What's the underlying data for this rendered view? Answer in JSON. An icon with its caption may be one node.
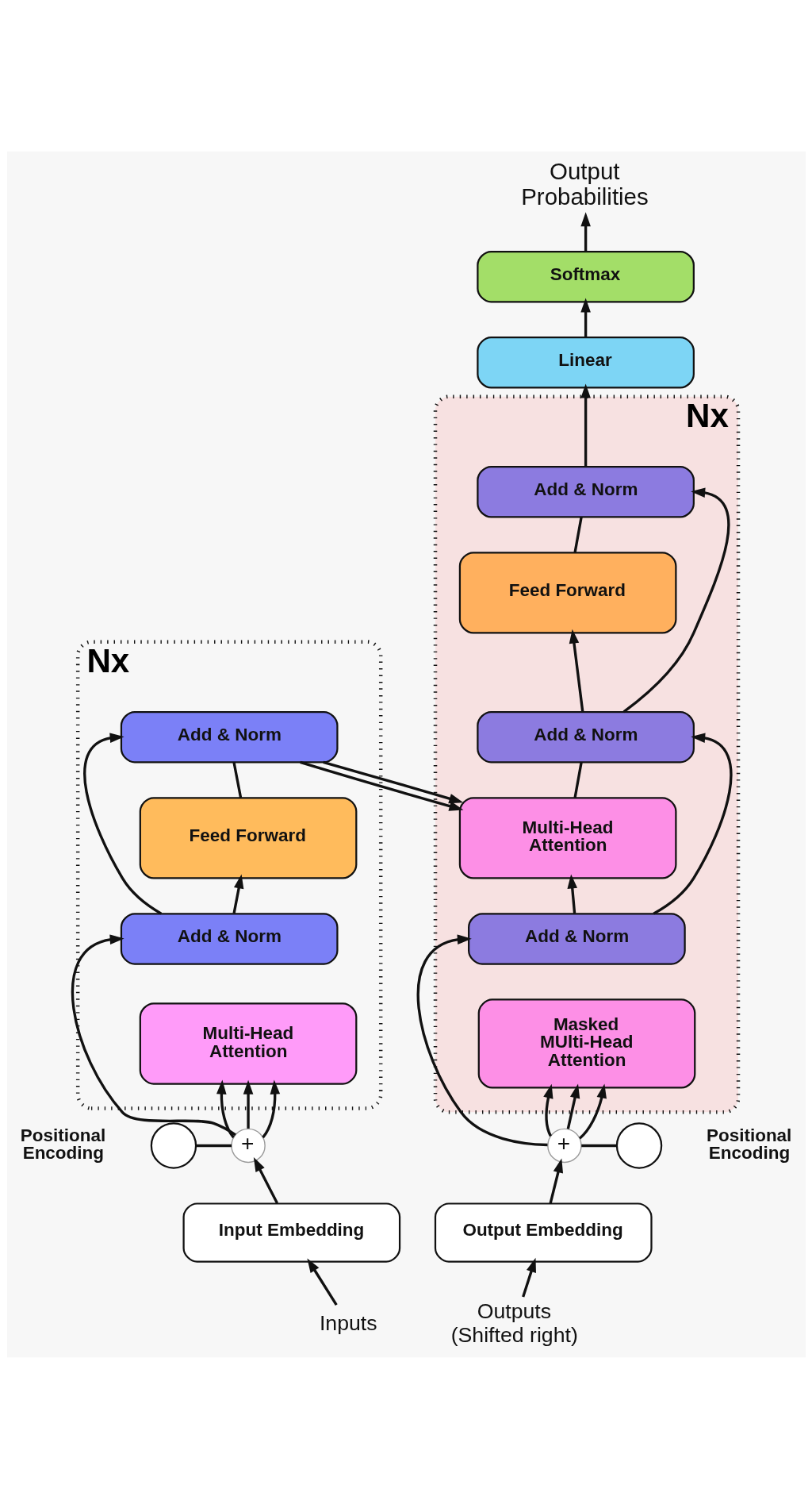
{
  "diagram": {
    "nodes": [
      {
        "text": [
          "Output Probabilities"
        ]
      },
      {
        "text": [
          "Softmax"
        ]
      },
      {
        "text": [
          "Linear"
        ]
      },
      {
        "text": [],
        "shape": "box",
        "beside": [
          "Nx"
        ]
      },
      {
        "text": [
          "Add & Norm"
        ],
        "in": 3
      },
      {
        "text": [
          "Feed Forward"
        ],
        "in": 3
      },
      {
        "text": [
          "Add & Norm"
        ],
        "in": 3
      },
      {
        "text": [
          "Multi-Head Attention"
        ],
        "in": 3
      },
      {
        "text": [],
        "shape": "box",
        "beside": [
          "Nx"
        ]
      },
      {
        "text": [
          "Add & Norm"
        ],
        "in": 8
      },
      {
        "text": [
          "Feed Forward"
        ],
        "in": 8
      },
      {
        "text": [
          "Add & Norm"
        ],
        "in": 8
      },
      {
        "text": [
          "Multi-Head Attention"
        ],
        "in": 8
      },
      {
        "text": [
          "Add & Norm"
        ],
        "in": 8
      },
      {
        "text": [
          "Masked MUlti-Head Attention"
        ],
        "in": 8
      },
      {
        "text": [],
        "shape": "circle",
        "beside": [
          "Positional Encoding"
        ]
      },
      {
        "text": [
          "+"
        ]
      },
      {
        "text": [
          "+"
        ]
      },
      {
        "text": [],
        "shape": "circle",
        "beside": [
          "Positional Encoding"
        ]
      },
      {
        "text": [
          "Input Embedding"
        ]
      },
      {
        "text": [
          "Output Embedding"
        ]
      },
      {
        "text": [
          "Inputs"
        ]
      },
      {
        "text": [
          "Outputs (Shifted right)"
        ]
      }
    ],
    "edges": [
      {
        "from": 21,
        "to": 19,
        "arrow": "to"
      },
      {
        "from": 19,
        "to": 16,
        "arrow": "to"
      },
      {
        "from": 15,
        "to": 16,
        "arrow": "none"
      },
      {
        "from": 16,
        "to": 7,
        "arrow": "to"
      },
      {
        "from": 16,
        "to": 7,
        "arrow": "to"
      },
      {
        "from": 16,
        "to": 7,
        "arrow": "to"
      },
      {
        "from": 16,
        "to": 6,
        "arrow": "to"
      },
      {
        "from": 6,
        "to": 5,
        "arrow": "to"
      },
      {
        "from": 6,
        "to": 4,
        "arrow": "to"
      },
      {
        "from": 5,
        "to": 4,
        "arrow": "none"
      },
      {
        "from": 4,
        "to": 12,
        "arrow": "to"
      },
      {
        "from": 4,
        "to": 12,
        "arrow": "to"
      },
      {
        "from": 22,
        "to": 20,
        "arrow": "to"
      },
      {
        "from": 20,
        "to": 17,
        "arrow": "to"
      },
      {
        "from": 17,
        "to": 18,
        "arrow": "none"
      },
      {
        "from": 17,
        "to": 14,
        "arrow": "to"
      },
      {
        "from": 17,
        "to": 14,
        "arrow": "to"
      },
      {
        "from": 17,
        "to": 14,
        "arrow": "to"
      },
      {
        "from": 17,
        "to": 13,
        "arrow": "to"
      },
      {
        "from": 13,
        "to": 12,
        "arrow": "to"
      },
      {
        "from": 13,
        "to": 11,
        "arrow": "to"
      },
      {
        "from": 12,
        "to": 11,
        "arrow": "none"
      },
      {
        "from": 11,
        "to": 10,
        "arrow": "to"
      },
      {
        "from": 11,
        "to": 9,
        "arrow": "to"
      },
      {
        "from": 10,
        "to": 9,
        "arrow": "none"
      },
      {
        "from": 9,
        "to": 2,
        "arrow": "to"
      },
      {
        "from": 2,
        "to": 1,
        "arrow": "to"
      },
      {
        "from": 1,
        "to": 0,
        "arrow": "to"
      }
    ]
  }
}
